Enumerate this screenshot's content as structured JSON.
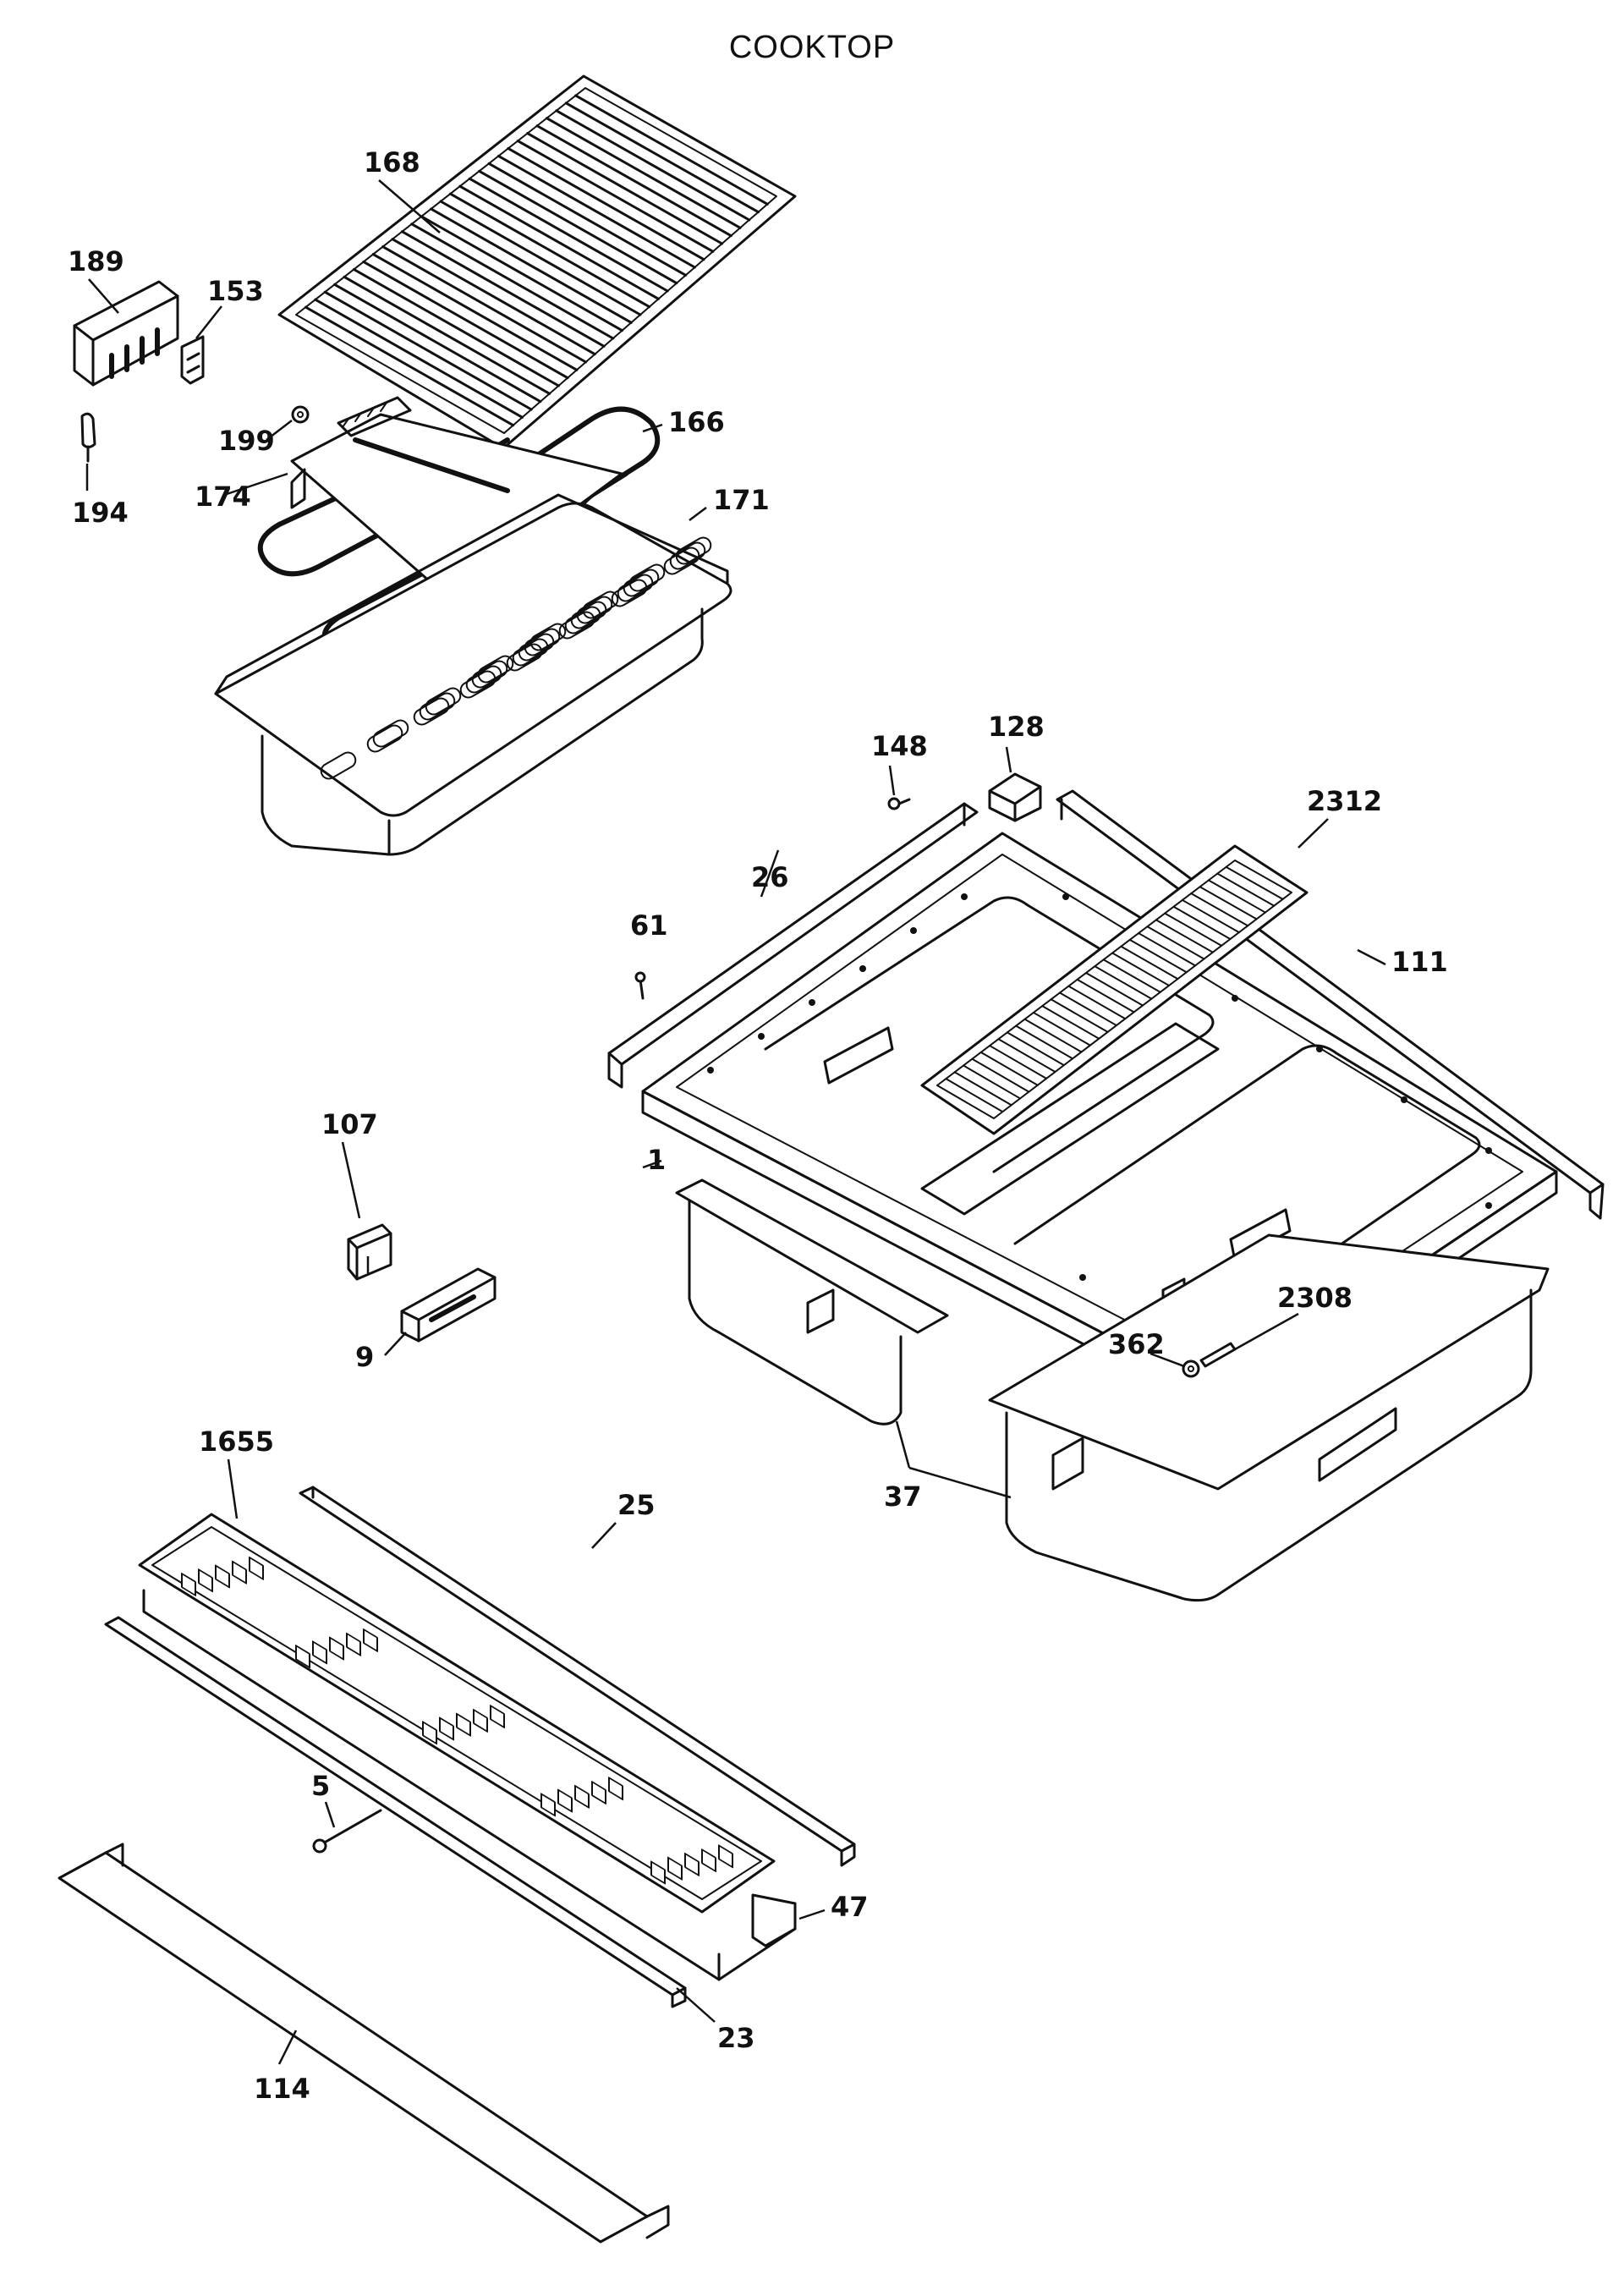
{
  "title": "COOKTOP",
  "callouts": {
    "p168": "168",
    "p189": "189",
    "p153": "153",
    "p199": "199",
    "p166": "166",
    "p174": "174",
    "p194": "194",
    "p171": "171",
    "p128": "128",
    "p148": "148",
    "p2312": "2312",
    "p26": "26",
    "p61": "61",
    "p111": "111",
    "p107": "107",
    "p1": "1",
    "p9": "9",
    "p2308": "2308",
    "p362": "362",
    "p37": "37",
    "p1655": "1655",
    "p25": "25",
    "p5": "5",
    "p47": "47",
    "p23": "23",
    "p114": "114"
  }
}
